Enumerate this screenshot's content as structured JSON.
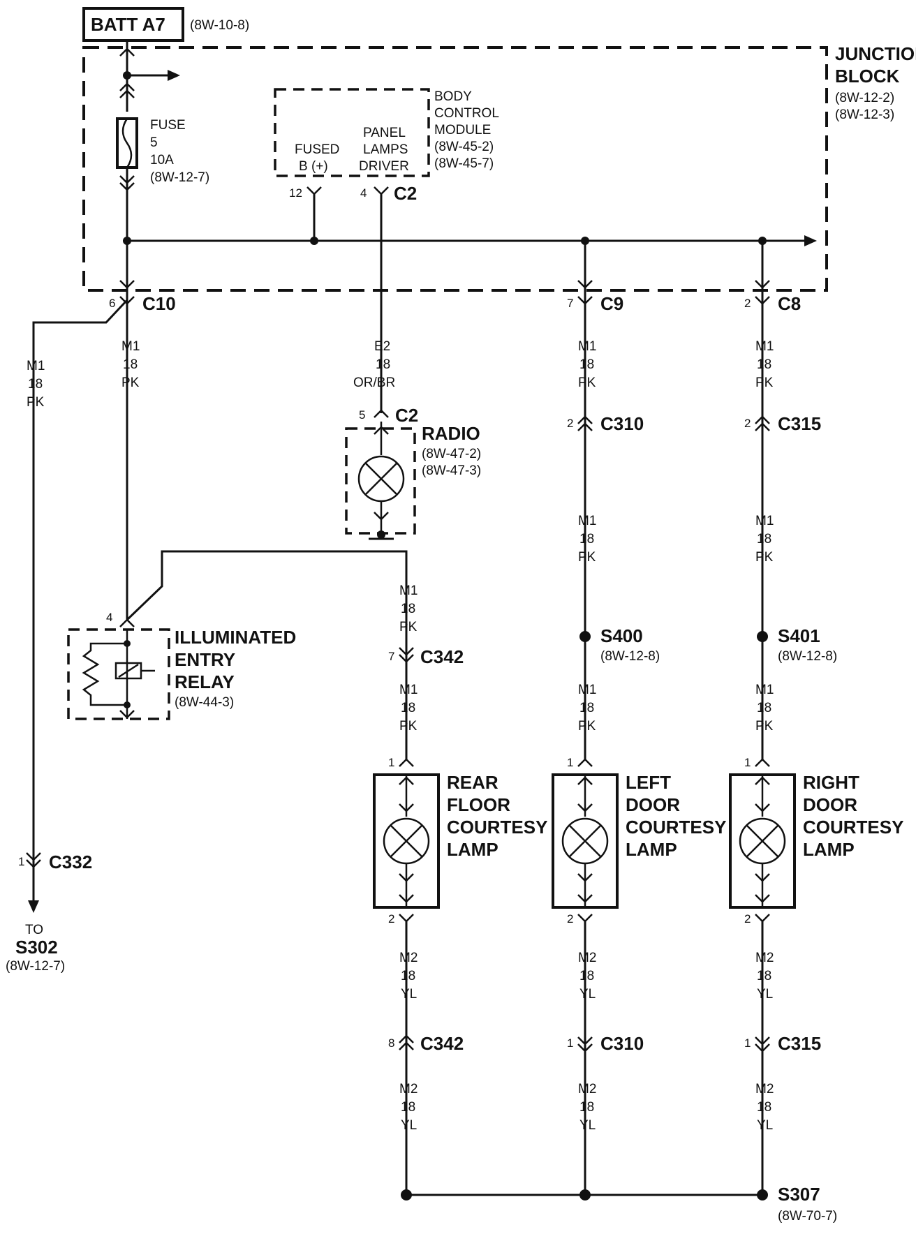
{
  "source": {
    "name": "BATT A7",
    "ref": "(8W-10-8)"
  },
  "junction_block": {
    "name_line1": "JUNCTION",
    "name_line2": "BLOCK",
    "ref1": "(8W-12-2)",
    "ref2": "(8W-12-3)"
  },
  "fuse": {
    "label": "FUSE",
    "number": "5",
    "rating": "10A",
    "ref": "(8W-12-7)"
  },
  "bcm": {
    "name_line1": "BODY",
    "name_line2": "CONTROL",
    "name_line3": "MODULE",
    "ref1": "(8W-45-2)",
    "ref2": "(8W-45-7)",
    "fused_line1": "FUSED",
    "fused_line2": "B (+)",
    "panel_line1": "PANEL",
    "panel_line2": "LAMPS",
    "panel_line3": "DRIVER",
    "pin_fused": "12",
    "pin_panel": "4",
    "connector": "C2"
  },
  "connectors": {
    "c10": {
      "name": "C10",
      "pin": "6"
    },
    "c9": {
      "name": "C9",
      "pin": "7"
    },
    "c8": {
      "name": "C8",
      "pin": "2"
    },
    "c2_radio": {
      "name": "C2",
      "pin": "5"
    },
    "c310_top": {
      "name": "C310",
      "pin": "2"
    },
    "c315_top": {
      "name": "C315",
      "pin": "2"
    },
    "c342_top": {
      "name": "C342",
      "pin": "7"
    },
    "c332": {
      "name": "C332",
      "pin": "1"
    },
    "c342_bottom": {
      "name": "C342",
      "pin": "8"
    },
    "c310_bottom": {
      "name": "C310",
      "pin": "1"
    },
    "c315_bottom": {
      "name": "C315",
      "pin": "1"
    },
    "relay_pin": "4"
  },
  "wires": {
    "m1": {
      "circuit": "M1",
      "gauge": "18",
      "color": "PK"
    },
    "e2": {
      "circuit": "E2",
      "gauge": "18",
      "color": "OR/BR"
    },
    "m2": {
      "circuit": "M2",
      "gauge": "18",
      "color": "YL"
    }
  },
  "radio": {
    "name": "RADIO",
    "ref1": "(8W-47-2)",
    "ref2": "(8W-47-3)"
  },
  "relay": {
    "line1": "ILLUMINATED",
    "line2": "ENTRY",
    "line3": "RELAY",
    "ref": "(8W-44-3)"
  },
  "splices": {
    "s400": {
      "name": "S400",
      "ref": "(8W-12-8)"
    },
    "s401": {
      "name": "S401",
      "ref": "(8W-12-8)"
    },
    "s307": {
      "name": "S307",
      "ref": "(8W-70-7)"
    }
  },
  "to_s302": {
    "to": "TO",
    "name": "S302",
    "ref": "(8W-12-7)"
  },
  "lamps": {
    "rear": {
      "line1": "REAR",
      "line2": "FLOOR",
      "line3": "COURTESY",
      "line4": "LAMP",
      "pin_top": "1",
      "pin_bottom": "2"
    },
    "left": {
      "line1": "LEFT",
      "line2": "DOOR",
      "line3": "COURTESY",
      "line4": "LAMP",
      "pin_top": "1",
      "pin_bottom": "2"
    },
    "right": {
      "line1": "RIGHT",
      "line2": "DOOR",
      "line3": "COURTESY",
      "line4": "LAMP",
      "pin_top": "1",
      "pin_bottom": "2"
    }
  }
}
